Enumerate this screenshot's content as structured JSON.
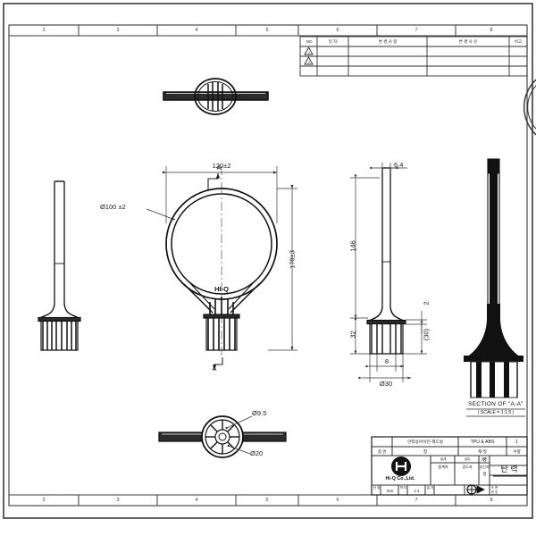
{
  "sheet": {
    "border_zones_top": [
      "2",
      "3",
      "4",
      "5",
      "6",
      "7",
      "8"
    ],
    "border_zones_bottom": [
      "2",
      "3",
      "4",
      "5",
      "6",
      "7",
      "8"
    ]
  },
  "revision_table": {
    "headers": [
      "NO",
      "일 자",
      "변 경 사 항",
      "변 경 사 유",
      "비고"
    ],
    "rows": [
      {
        "no": "1",
        "date": "",
        "change": "",
        "reason": "",
        "note": ""
      },
      {
        "no": "2",
        "date": "",
        "change": "",
        "reason": "",
        "note": ""
      }
    ]
  },
  "views": {
    "plan_top": {
      "name": "top-plan-view"
    },
    "front_left": {
      "name": "left-elevation-view"
    },
    "main": {
      "width_dim": "120±2",
      "diameter_dim": "Ø100 ±2",
      "height_dim": "178±3",
      "brand": "HI-Q",
      "section_mark": "A"
    },
    "right_elevation": {
      "tip_width": "6.4",
      "shaft_length": "146",
      "base_height": "32",
      "small_dim": "2",
      "ref_dim": "(30)",
      "inner_dim": "8",
      "outer_dia": "Ø30"
    },
    "bottom_plan": {
      "hub_dia": "Ø9.5",
      "outer_dia": "Ø20"
    },
    "section": {
      "title": "SECTION OF \"A-A\"",
      "scale": "( SCALE = 1:1.5 )"
    }
  },
  "title_block": {
    "part_name_value": "안착용아이언 헤드날",
    "part_name_label": "품  명",
    "material_value": "TPU & ABS",
    "material_label": "재     질",
    "qty_value": "1",
    "qty_label": "수량",
    "company": "Hi-Q Co.,Ltd.",
    "approval_cols": [
      {
        "top": "설계",
        "bottom": "설계자"
      },
      {
        "top": "검도",
        "bottom": "검도자"
      },
      {
        "top": "승인",
        "bottom": "승인자"
      }
    ],
    "side_labels": [
      "명",
      "칭"
    ],
    "unit_label": "단 위",
    "unit_value": "mm",
    "scale_label": "척 도",
    "scale_value": "1:1",
    "date_label": "일 자",
    "date_value": "",
    "projection_label": "도 면 번 호",
    "drawing_title": "탄 력"
  }
}
